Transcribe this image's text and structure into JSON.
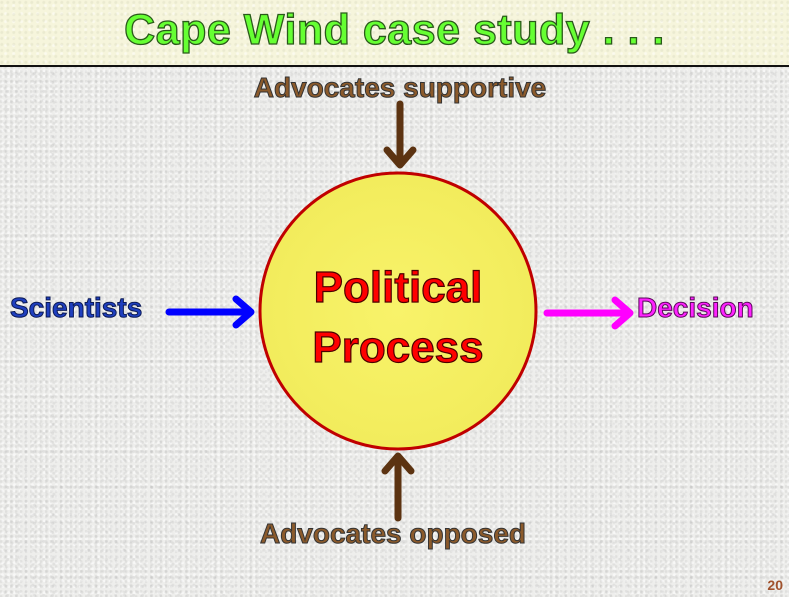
{
  "slide": {
    "title": "Cape Wind case study . . .",
    "page_number": "20"
  },
  "diagram": {
    "center": {
      "line1": "Political",
      "line2": "Process",
      "fill_color": "#f5f060",
      "border_color": "#c00000"
    },
    "inputs": [
      {
        "label": "Advocates supportive",
        "direction": "down",
        "color": "#5c3311"
      },
      {
        "label": "Scientists",
        "direction": "right",
        "color": "#0000ff"
      },
      {
        "label": "Advocates opposed",
        "direction": "up",
        "color": "#5c3311"
      }
    ],
    "output": {
      "label": "Decision",
      "direction": "right",
      "color": "#ff00ff"
    }
  }
}
